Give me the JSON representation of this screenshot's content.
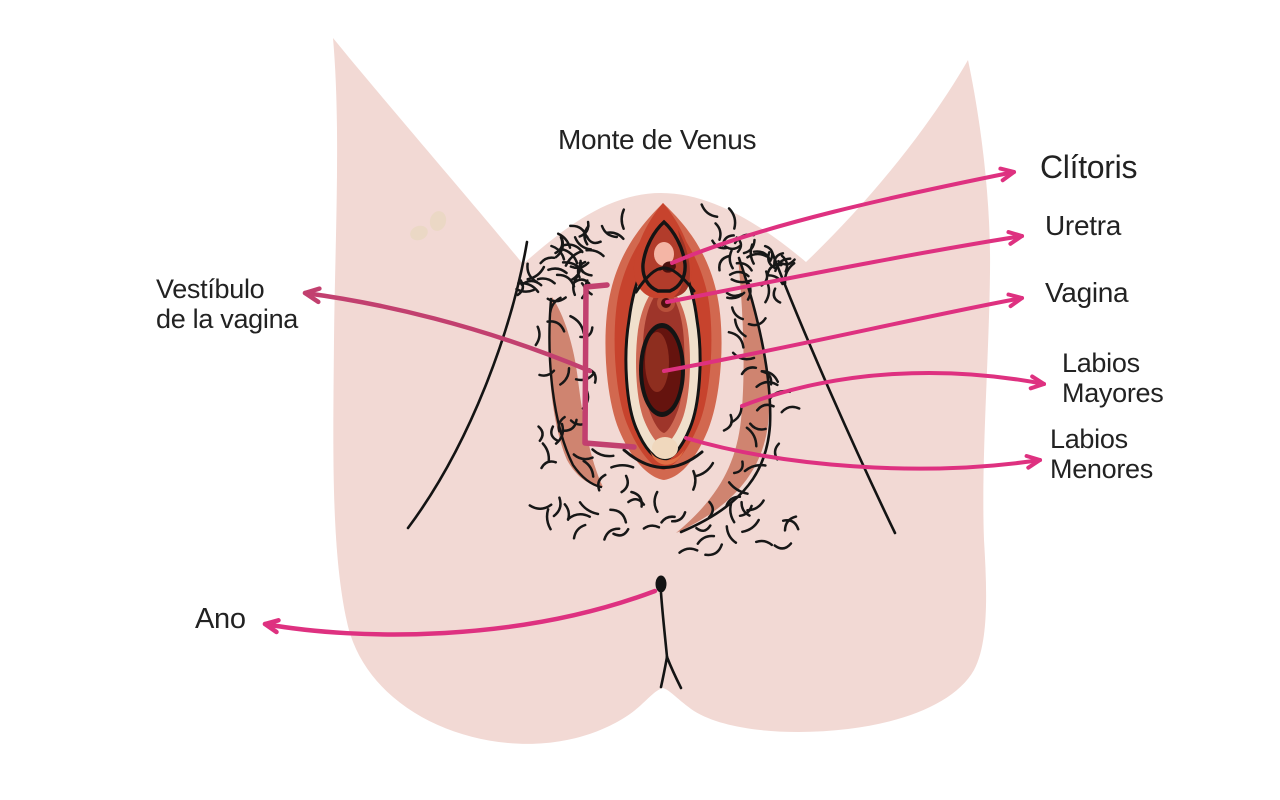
{
  "labels": {
    "monte": "Monte de Venus",
    "clitoris": "Clítoris",
    "uretra": "Uretra",
    "vagina": "Vagina",
    "labios_mayores": {
      "line1": "Labios",
      "line2": "Mayores"
    },
    "labios_menores": {
      "line1": "Labios",
      "line2": "Menores"
    },
    "vestibulo": {
      "line1": "Vestíbulo",
      "line2": "de la vagina"
    },
    "ano": "Ano"
  },
  "colors": {
    "background": "#ffffff",
    "skin": "#f2d9d4",
    "skin_spot": "#ebd8c5",
    "crease_fold": "#cf8470",
    "hair": "#171717",
    "outline": "#141414",
    "vulva_outer": "#d2684f",
    "vulva_red": "#c7432d",
    "labia_minora_cream": "#f0e0cc",
    "vestibule_salmon": "#cd6853",
    "vestibule_dark": "#9e352a",
    "vaginal_opening_dark": "#65130e",
    "vaginal_opening_mid": "#8e2e1f",
    "clitoral_hood": "#b23c2b",
    "clitoral_hood_shade": "#a03526",
    "glans": "#f4b5a5",
    "dark_dot": "#4c110e",
    "urethra_ring": "#b8503a",
    "peach": "#f0d8bd",
    "fourchette_orange": "#e06f45",
    "label_text": "#222222",
    "arrow_pink": "#de3180",
    "arrow_rose": "#c2406f"
  }
}
